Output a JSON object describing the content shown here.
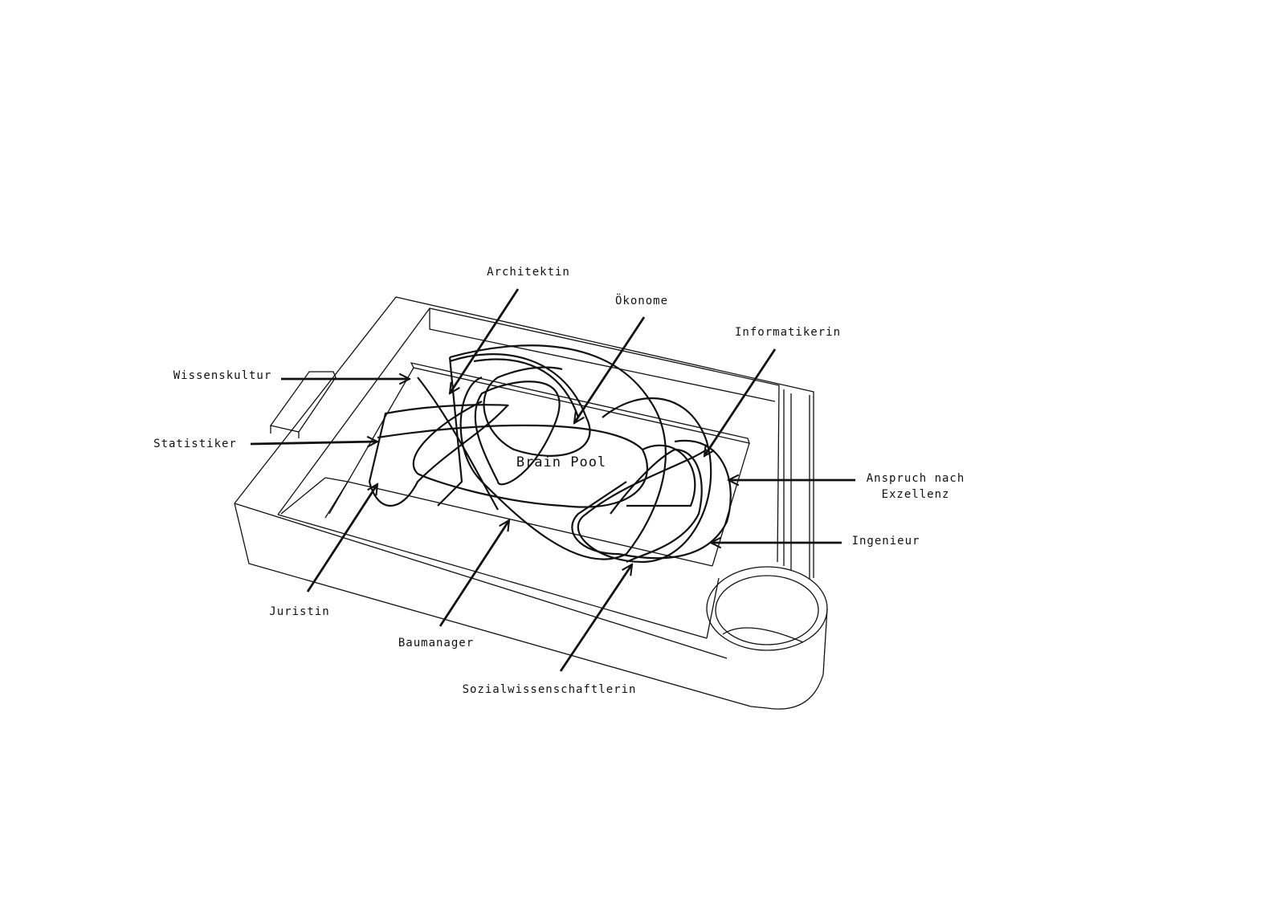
{
  "center_label": "Brain Pool",
  "labels": {
    "architektin": "Architektin",
    "oekonome": "Ökonome",
    "informatikerin": "Informatikerin",
    "wissenskultur": "Wissenskultur",
    "statistiker": "Statistiker",
    "anspruch_line1": "Anspruch nach",
    "anspruch_line2": "Exzellenz",
    "ingenieur": "Ingenieur",
    "juristin": "Juristin",
    "baumanager": "Baumanager",
    "sozialwissenschaftlerin": "Sozialwissenschaftlerin"
  },
  "colors": {
    "line": "#111111",
    "background": "#ffffff"
  }
}
